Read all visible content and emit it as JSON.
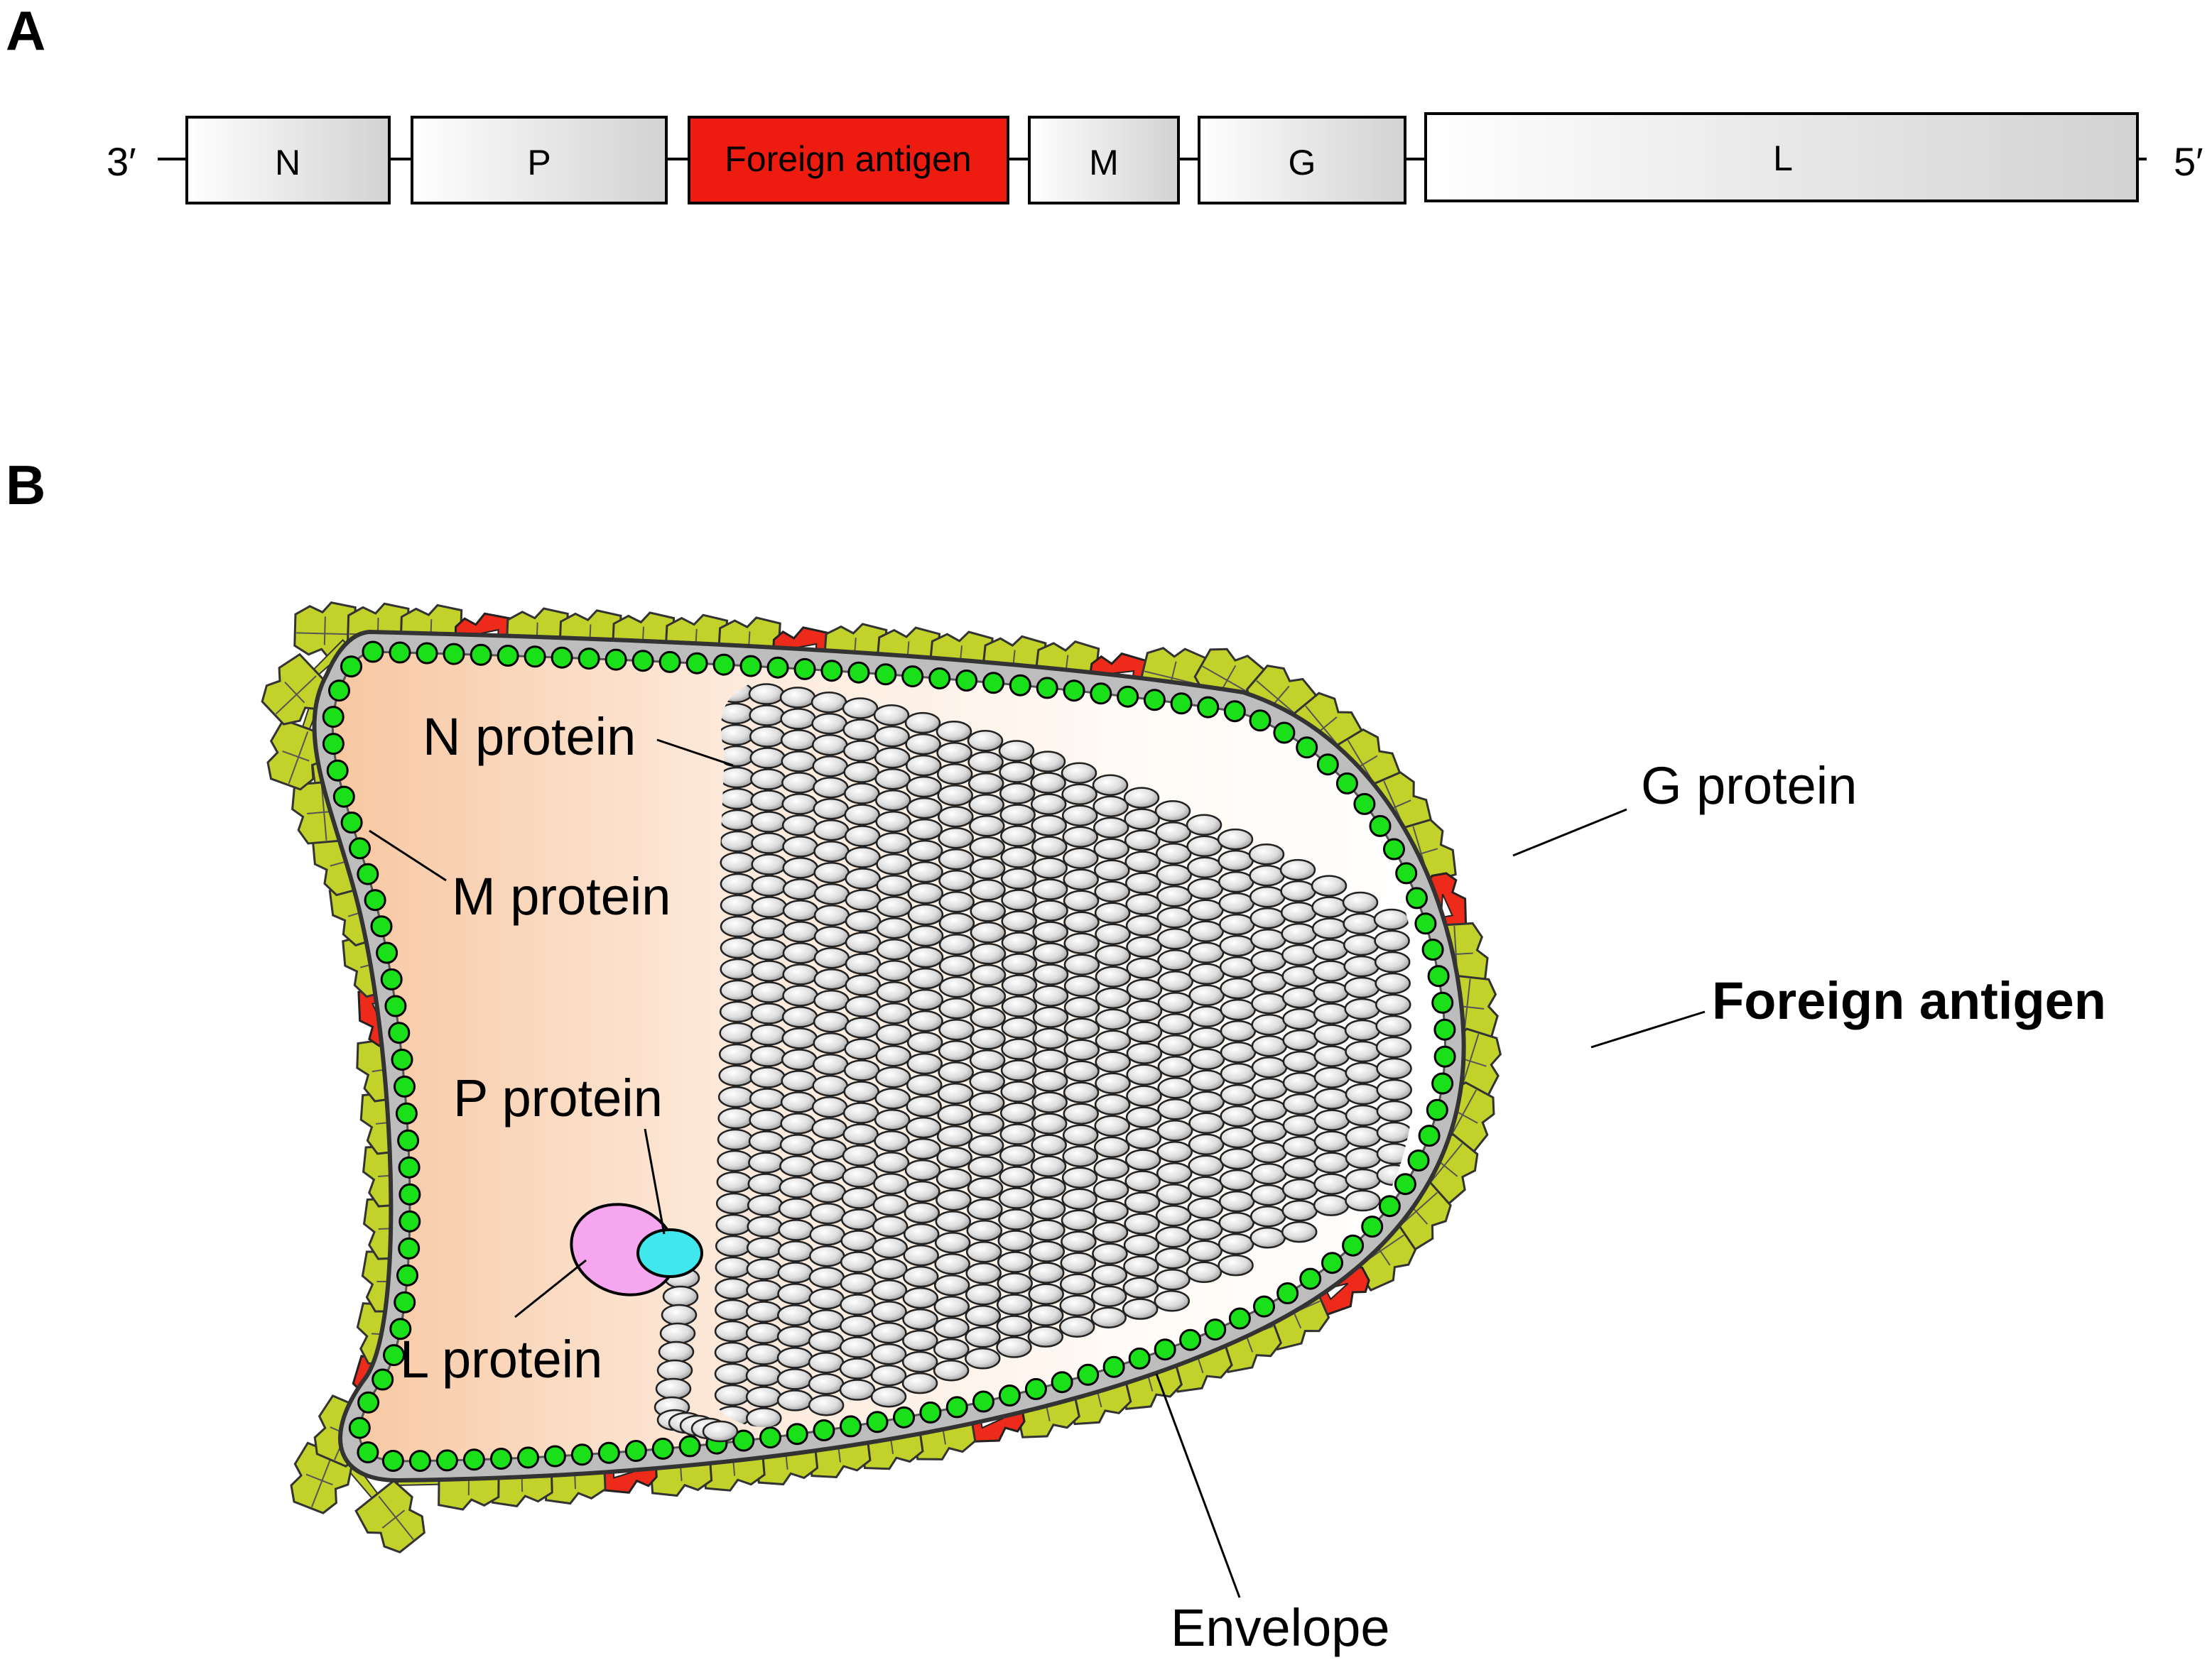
{
  "panel_a": {
    "letter": "A",
    "end_3": "3′",
    "end_5": "5′",
    "genes": [
      "N",
      "P",
      "Foreign antigen",
      "M",
      "G",
      "L"
    ]
  },
  "panel_b": {
    "letter": "B",
    "labels": {
      "n_protein": "N protein",
      "m_protein": "M protein",
      "p_protein": "P protein",
      "l_protein": "L protein",
      "g_protein": "G protein",
      "foreign_antigen": "Foreign antigen",
      "envelope": "Envelope"
    }
  },
  "colors": {
    "foreign_antigen": "#ee2a1b",
    "g_protein": "#c2d22a",
    "m_protein": "#19e019",
    "n_protein": "#d4d4d4",
    "p_protein": "#40e8ee",
    "l_protein": "#f6a6ee",
    "envelope": "#9a9a9a",
    "interior": "#f7c8a4"
  }
}
